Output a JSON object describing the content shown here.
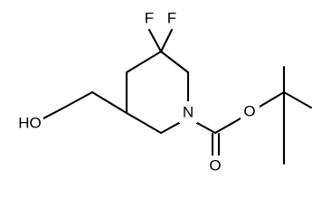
{
  "molecule": {
    "atom_labels": {
      "fluorine_left": "F",
      "fluorine_right": "F",
      "ring_nitrogen": "N",
      "hydroxyl": "HO",
      "ester_oxygen": "O",
      "carbonyl_oxygen": "O"
    },
    "colors": {
      "bond": "#000000",
      "label": "#000000",
      "background": "#ffffff"
    }
  }
}
